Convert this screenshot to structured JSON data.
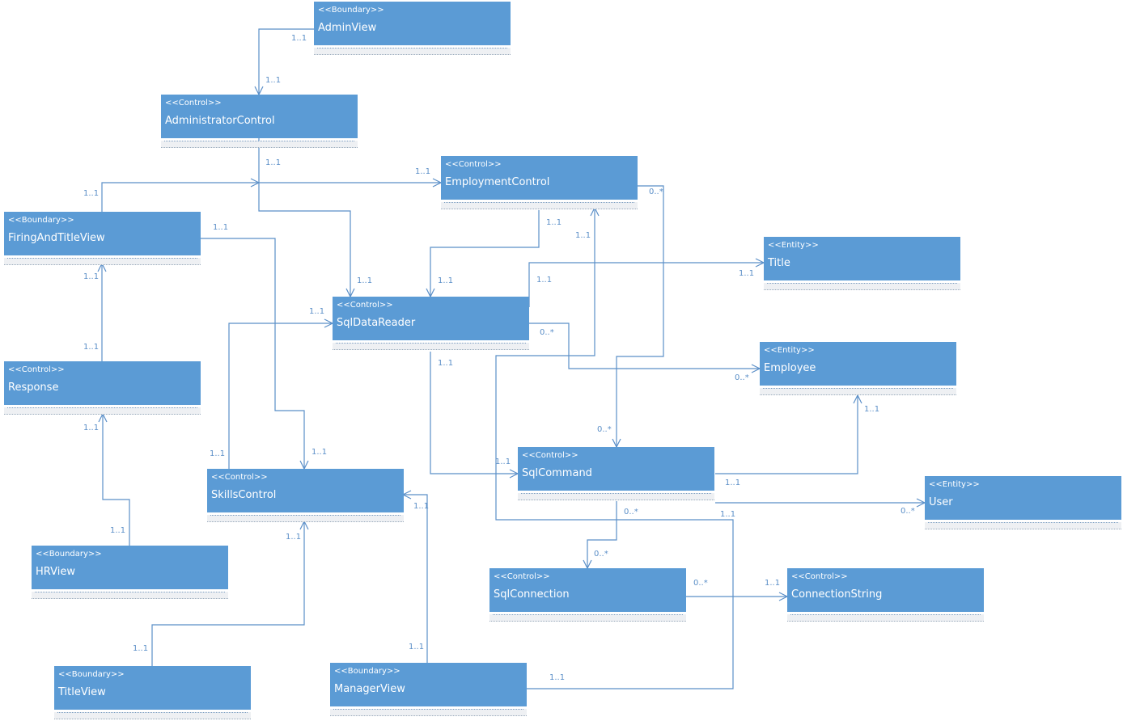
{
  "classes": [
    {
      "stereotype": "<<Boundary>>",
      "name": "AdminView"
    },
    {
      "stereotype": "<<Control>>",
      "name": "AdministratorControl"
    },
    {
      "stereotype": "<<Control>>",
      "name": "EmploymentControl"
    },
    {
      "stereotype": "<<Boundary>>",
      "name": "FiringAndTitleView"
    },
    {
      "stereotype": "<<Entity>>",
      "name": "Title"
    },
    {
      "stereotype": "<<Control>>",
      "name": "SqlDataReader"
    },
    {
      "stereotype": "<<Entity>>",
      "name": "Employee"
    },
    {
      "stereotype": "<<Control>>",
      "name": "Response"
    },
    {
      "stereotype": "<<Control>>",
      "name": "SqlCommand"
    },
    {
      "stereotype": "<<Control>>",
      "name": "SkillsControl"
    },
    {
      "stereotype": "<<Entity>>",
      "name": "User"
    },
    {
      "stereotype": "<<Boundary>>",
      "name": "HRView"
    },
    {
      "stereotype": "<<Control>>",
      "name": "SqlConnection"
    },
    {
      "stereotype": "<<Control>>",
      "name": "ConnectionString"
    },
    {
      "stereotype": "<<Boundary>>",
      "name": "TitleView"
    },
    {
      "stereotype": "<<Boundary>>",
      "name": "ManagerView"
    }
  ],
  "multiplicities": [
    "1..1",
    "1..1",
    "1..1",
    "1..1",
    "1..1",
    "1..1",
    "1..1",
    "1..1",
    "1..1",
    "1..1",
    "1..1",
    "1..1",
    "1..1",
    "1..1",
    "1..1",
    "1..1",
    "1..1",
    "1..1",
    "1..1",
    "1..1",
    "1..1",
    "1..1",
    "1..1",
    "1..1",
    "0..*",
    "0..*",
    "0..*",
    "0..*",
    "1..1",
    "1..1",
    "1..1",
    "1..1",
    "1..1",
    "0..*",
    "0..*",
    "0..*",
    "0..*",
    "1..1",
    "1..1",
    "1..1",
    "1..1",
    "1..1"
  ],
  "colors": {
    "class_fill": "#5b9bd5",
    "line": "#5b8fc8"
  }
}
